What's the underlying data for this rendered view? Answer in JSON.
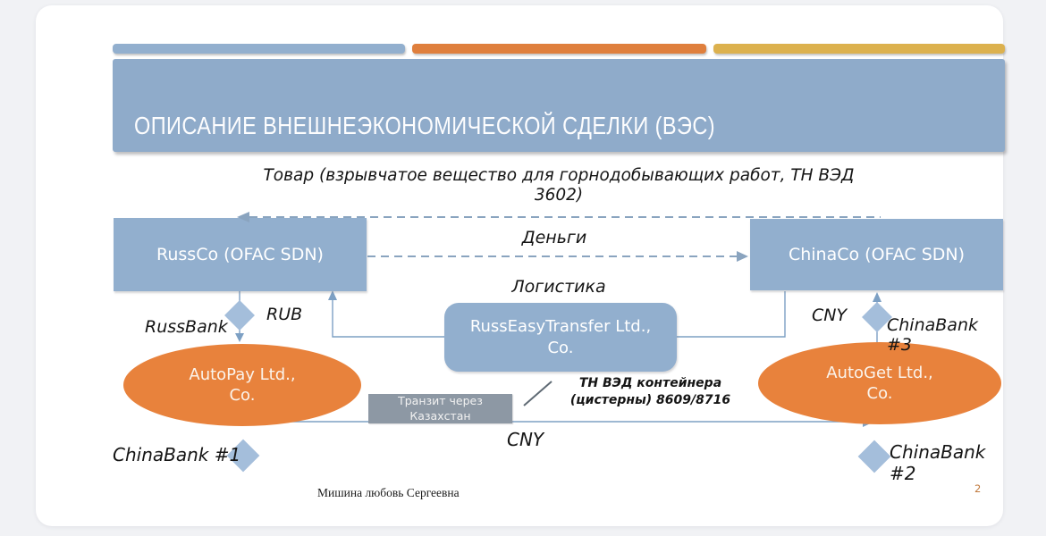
{
  "slide": {
    "title": "ОПИСАНИЕ ВНЕШНЕЭКОНОМИЧЕСКОЙ СДЕЛКИ (ВЭС)",
    "subtitle": "Товар (взрывчатое вещество для горнодобывающих работ, ТН ВЭД\n3602)",
    "author": "Мишина любовь Сергеевна",
    "page_number": "2"
  },
  "diagram": {
    "russco_label": "RussCo (OFAC SDN)",
    "chinaco_label": "ChinaCo (OFAC SDN)",
    "transfer_label": "RussEasyTransfer Ltd.,\nCo.",
    "autopay_label": "AutoPay Ltd.,\nCo.",
    "autoget_label": "AutoGet Ltd.,\nCo.",
    "transit_label": "Транзит через\nКазахстан",
    "money_label": "Деньги",
    "logistics_label": "Логистика",
    "container_note": "ТН ВЭД контейнера\n(цистерны) 8609/8716",
    "russbank_label": "RussBank",
    "rub_label": "RUB",
    "cny_right_label": "CNY",
    "chinabank3_label": "ChinaBank #3",
    "cny_bottom_label": "CNY",
    "chinabank1_label": "ChinaBank #1",
    "chinabank2_label": "ChinaBank #2"
  },
  "colors": {
    "page_bg": "#f1f2f5",
    "card_bg": "#ffffff",
    "accent_blue": "#92afce",
    "header_blue": "#8fabca",
    "accent_orange": "#e8823c",
    "stripe_orange": "#df7f3d",
    "stripe_yellow": "#dcb14e",
    "diamond_blue": "#a4bedb",
    "transit_gray": "#8d98a4",
    "line_blue": "#7da0c4",
    "dash_blue": "#8aa4bf",
    "page_number_orange": "#c17a3e"
  }
}
